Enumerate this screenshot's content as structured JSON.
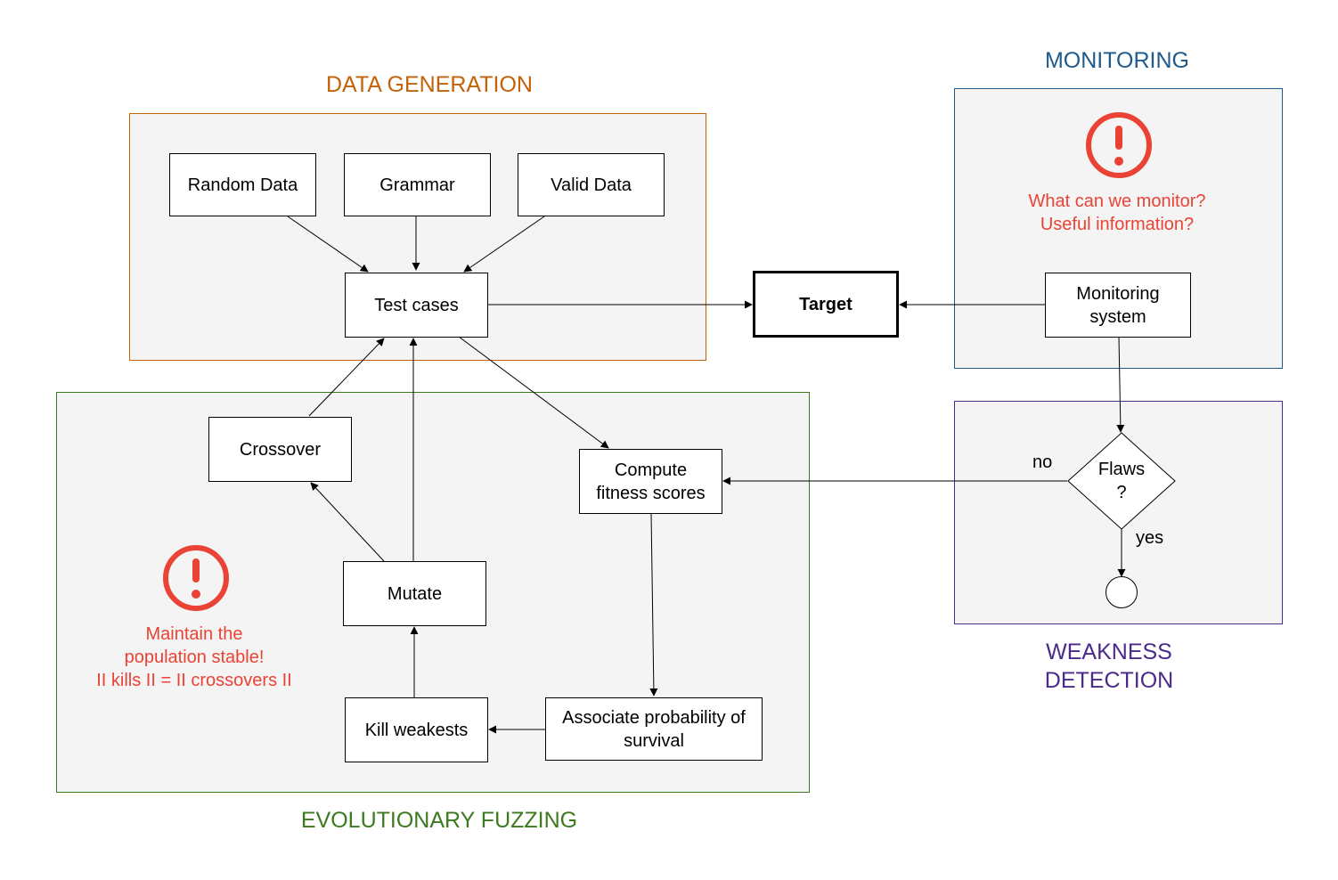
{
  "sections": {
    "data_generation": {
      "title": "DATA GENERATION",
      "color": "#c4620a"
    },
    "monitoring": {
      "title": "MONITORING",
      "color": "#1f5a8c"
    },
    "weakness_detection": {
      "title_line1": "WEAKNESS",
      "title_line2": "DETECTION",
      "color": "#4a2a8a"
    },
    "evolutionary_fuzzing": {
      "title": "EVOLUTIONARY FUZZING",
      "color": "#3c7a1e"
    }
  },
  "nodes": {
    "random_data": "Random Data",
    "grammar": "Grammar",
    "valid_data": "Valid Data",
    "test_cases": "Test cases",
    "target": "Target",
    "monitoring_system_line1": "Monitoring",
    "monitoring_system_line2": "system",
    "flaws_line1": "Flaws",
    "flaws_line2": "?",
    "crossover": "Crossover",
    "compute_fitness_line1": "Compute",
    "compute_fitness_line2": "fitness scores",
    "mutate": "Mutate",
    "kill_weakests": "Kill weakests",
    "associate_line1": "Associate probability of",
    "associate_line2": "survival"
  },
  "edge_labels": {
    "no": "no",
    "yes": "yes"
  },
  "notes": {
    "monitoring_line1": "What can we monitor?",
    "monitoring_line2": "Useful information?",
    "fuzzing_line1": "Maintain the",
    "fuzzing_line2": "population stable!",
    "fuzzing_line3": "II kills II = II crossovers II"
  },
  "icons": {
    "alert": "alert-circle-icon",
    "alert_color": "#ea4335"
  }
}
